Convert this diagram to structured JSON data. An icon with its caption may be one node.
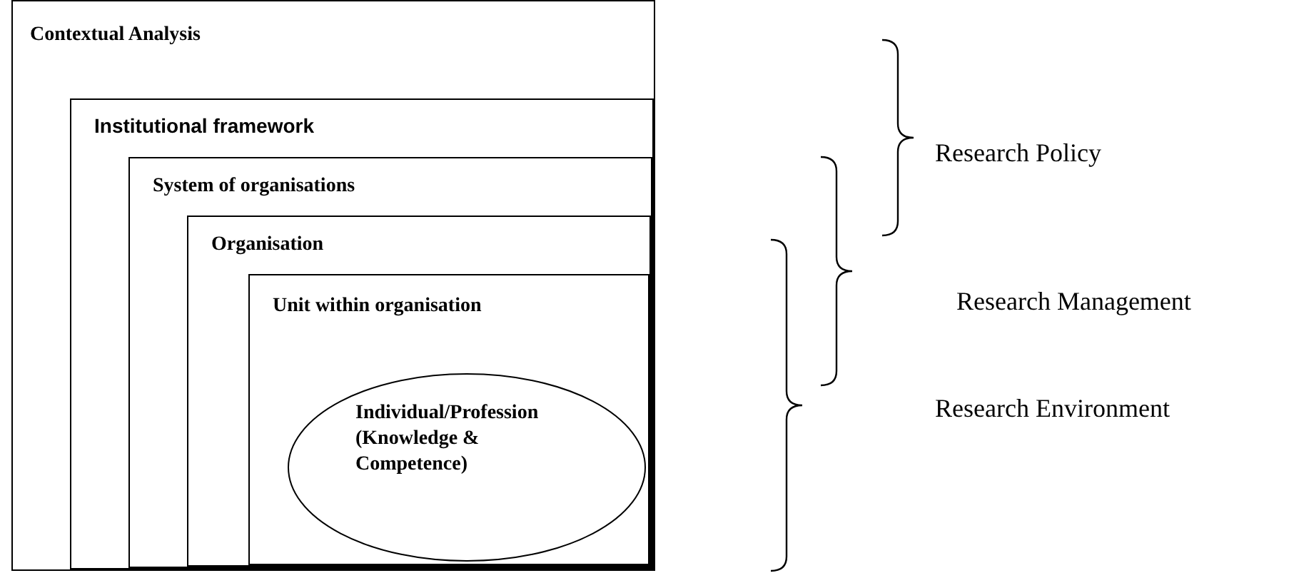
{
  "diagram": {
    "nodes": [
      {
        "text": [
          "Contextual Analysis"
        ]
      },
      {
        "text": [
          "Institutional framework"
        ],
        "in": 0
      },
      {
        "text": [
          "System of organisations"
        ],
        "in": 1
      },
      {
        "text": [
          "Organisation"
        ],
        "in": 2
      },
      {
        "text": [
          "Unit within organisation"
        ],
        "in": 3
      },
      {
        "text": [
          "Individual/Profession (Knowledge & Competence)"
        ],
        "in": 4
      }
    ],
    "edges": [],
    "labels": [
      "Research Policy",
      "Research Management",
      "Research Environment"
    ]
  }
}
